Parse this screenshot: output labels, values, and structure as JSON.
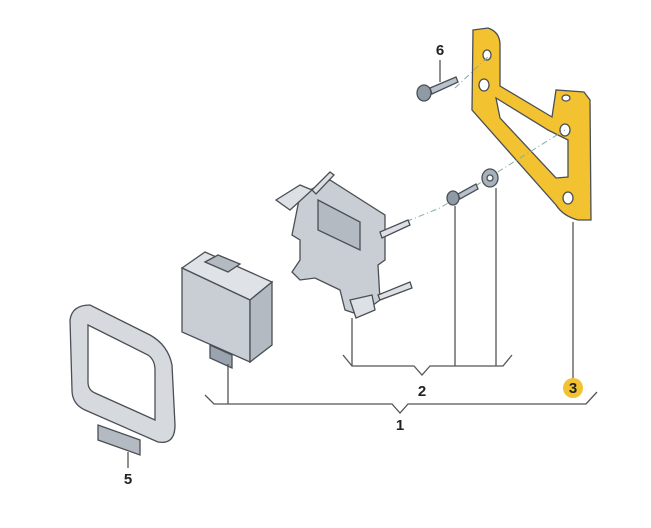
{
  "diagram": {
    "callouts": {
      "assembly": "1",
      "fastener_set": "2",
      "bracket": "3",
      "trim_frame": "5",
      "screw": "6"
    },
    "colors": {
      "bracket_fill": "#f2c230",
      "highlight_badge": "#f2c230",
      "part_gray": "#c9ced4",
      "line": "#555555"
    }
  }
}
